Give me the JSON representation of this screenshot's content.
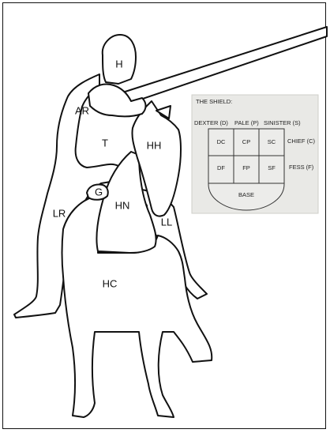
{
  "figure_labels": {
    "head": "H",
    "arm_right": "AR",
    "torso": "T",
    "horse_head": "HH",
    "gauntlet": "G",
    "horse_neck": "HN",
    "leg_right": "LR",
    "leg_left": "LL",
    "horse_chest": "HC"
  },
  "shield": {
    "title": "THE SHIELD:",
    "dexter": "DEXTER (D)",
    "pale": "PALE (P)",
    "sinister": "SINISTER (S)",
    "chief": "CHIEF (C)",
    "fess": "FESS (F)",
    "cells": {
      "dc": "DC",
      "cp": "CP",
      "sc": "SC",
      "df": "DF",
      "fp": "FP",
      "sf": "SF"
    },
    "base": "BASE"
  },
  "colors": {
    "line": "#111111",
    "panel": "#e9e9e6",
    "panel_border": "#cfcfca"
  }
}
